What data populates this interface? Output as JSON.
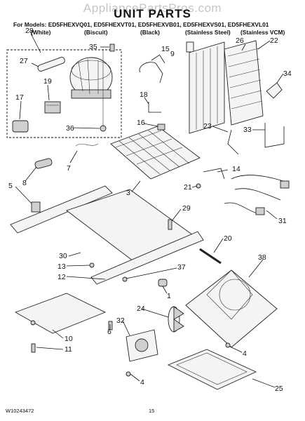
{
  "header": {
    "title": "UNIT PARTS",
    "watermark": "AppliancePartsPros.com",
    "models_line": "For Models: ED5FHEXVQ01, ED5FHEXVT01, ED5FHEXVB01, ED5FHEXVS01, ED5FHEXVL01",
    "variants": [
      "(White)",
      "(Biscuit)",
      "(Black)",
      "(Stainless Steel)",
      "(Stainless VCM)"
    ]
  },
  "footer": {
    "doc_number": "W10243472",
    "page_number": "15"
  },
  "callouts": [
    "28",
    "35",
    "15",
    "9",
    "26",
    "22",
    "27",
    "19",
    "17",
    "34",
    "18",
    "36",
    "16",
    "23",
    "33",
    "7",
    "14",
    "8",
    "5",
    "21",
    "3",
    "29",
    "31",
    "30",
    "20",
    "13",
    "12",
    "37",
    "38",
    "1",
    "24",
    "32",
    "6",
    "10",
    "11",
    "4",
    "4",
    "25"
  ]
}
